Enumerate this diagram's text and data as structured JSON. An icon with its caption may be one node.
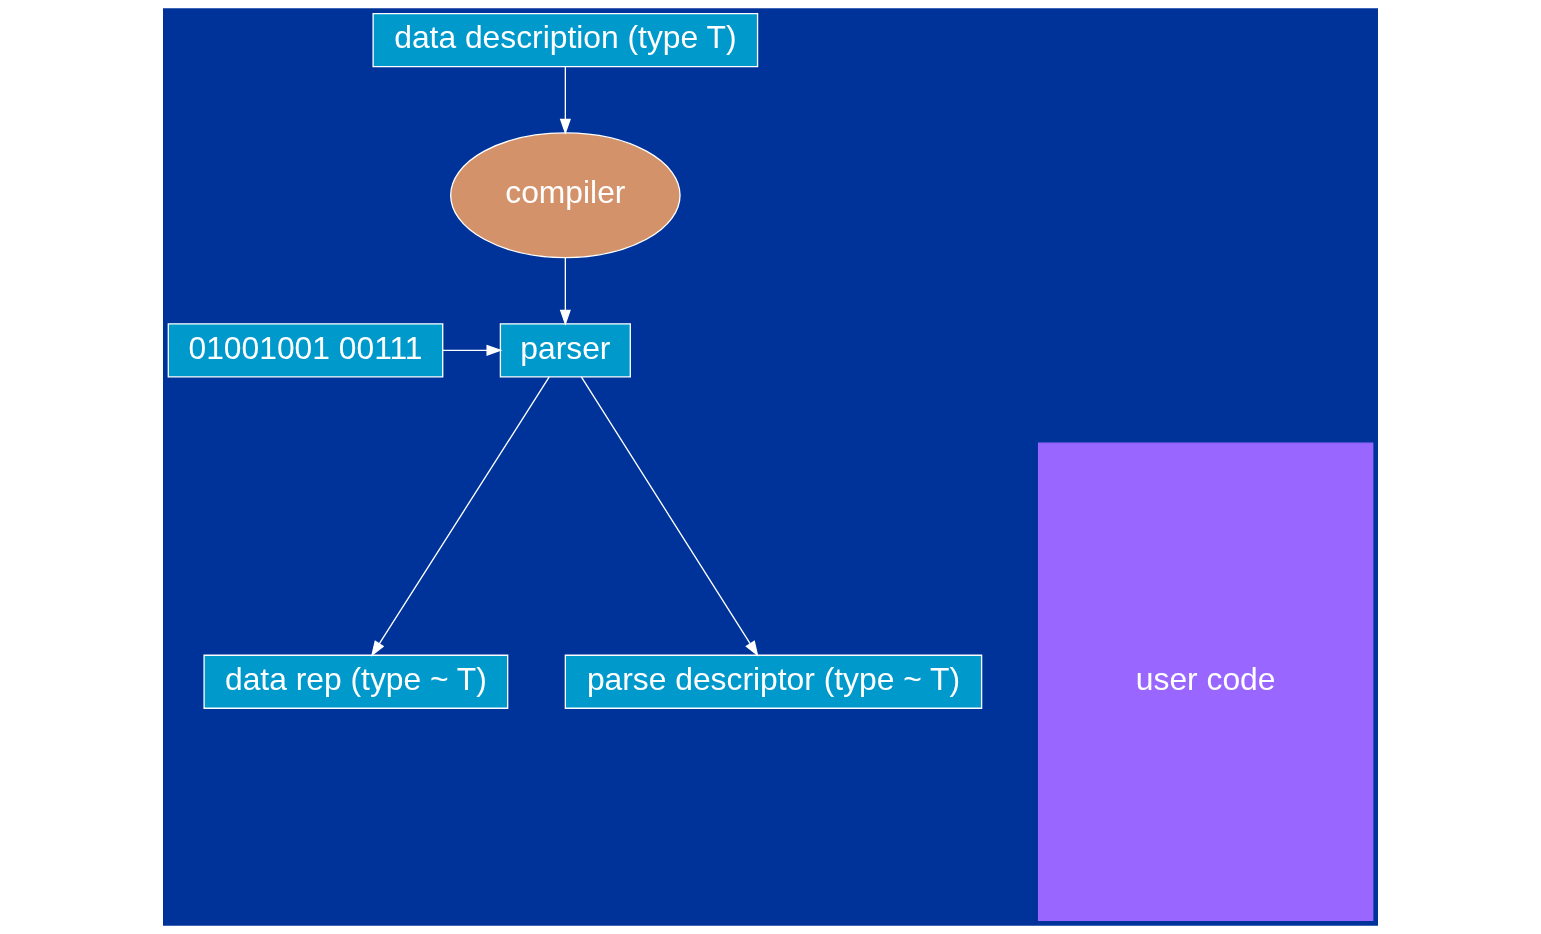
{
  "diagram": {
    "nodes": [
      {
        "text": [
          "data description (type T)"
        ]
      },
      {
        "text": [
          "compiler"
        ]
      },
      {
        "text": [
          "01001001 00111"
        ]
      },
      {
        "text": [
          "parser"
        ]
      },
      {
        "text": [
          "user code"
        ]
      },
      {
        "text": [
          "data rep (type ~ T)"
        ]
      },
      {
        "text": [
          "parse descriptor (type ~ T)"
        ]
      }
    ],
    "edges": [
      {
        "from": 0,
        "to": 1,
        "arrow": "to"
      },
      {
        "from": 1,
        "to": 3,
        "arrow": "to"
      },
      {
        "from": 2,
        "to": 3,
        "arrow": "to"
      },
      {
        "from": 3,
        "to": 5,
        "arrow": "to"
      },
      {
        "from": 3,
        "to": 6,
        "arrow": "to"
      }
    ]
  }
}
